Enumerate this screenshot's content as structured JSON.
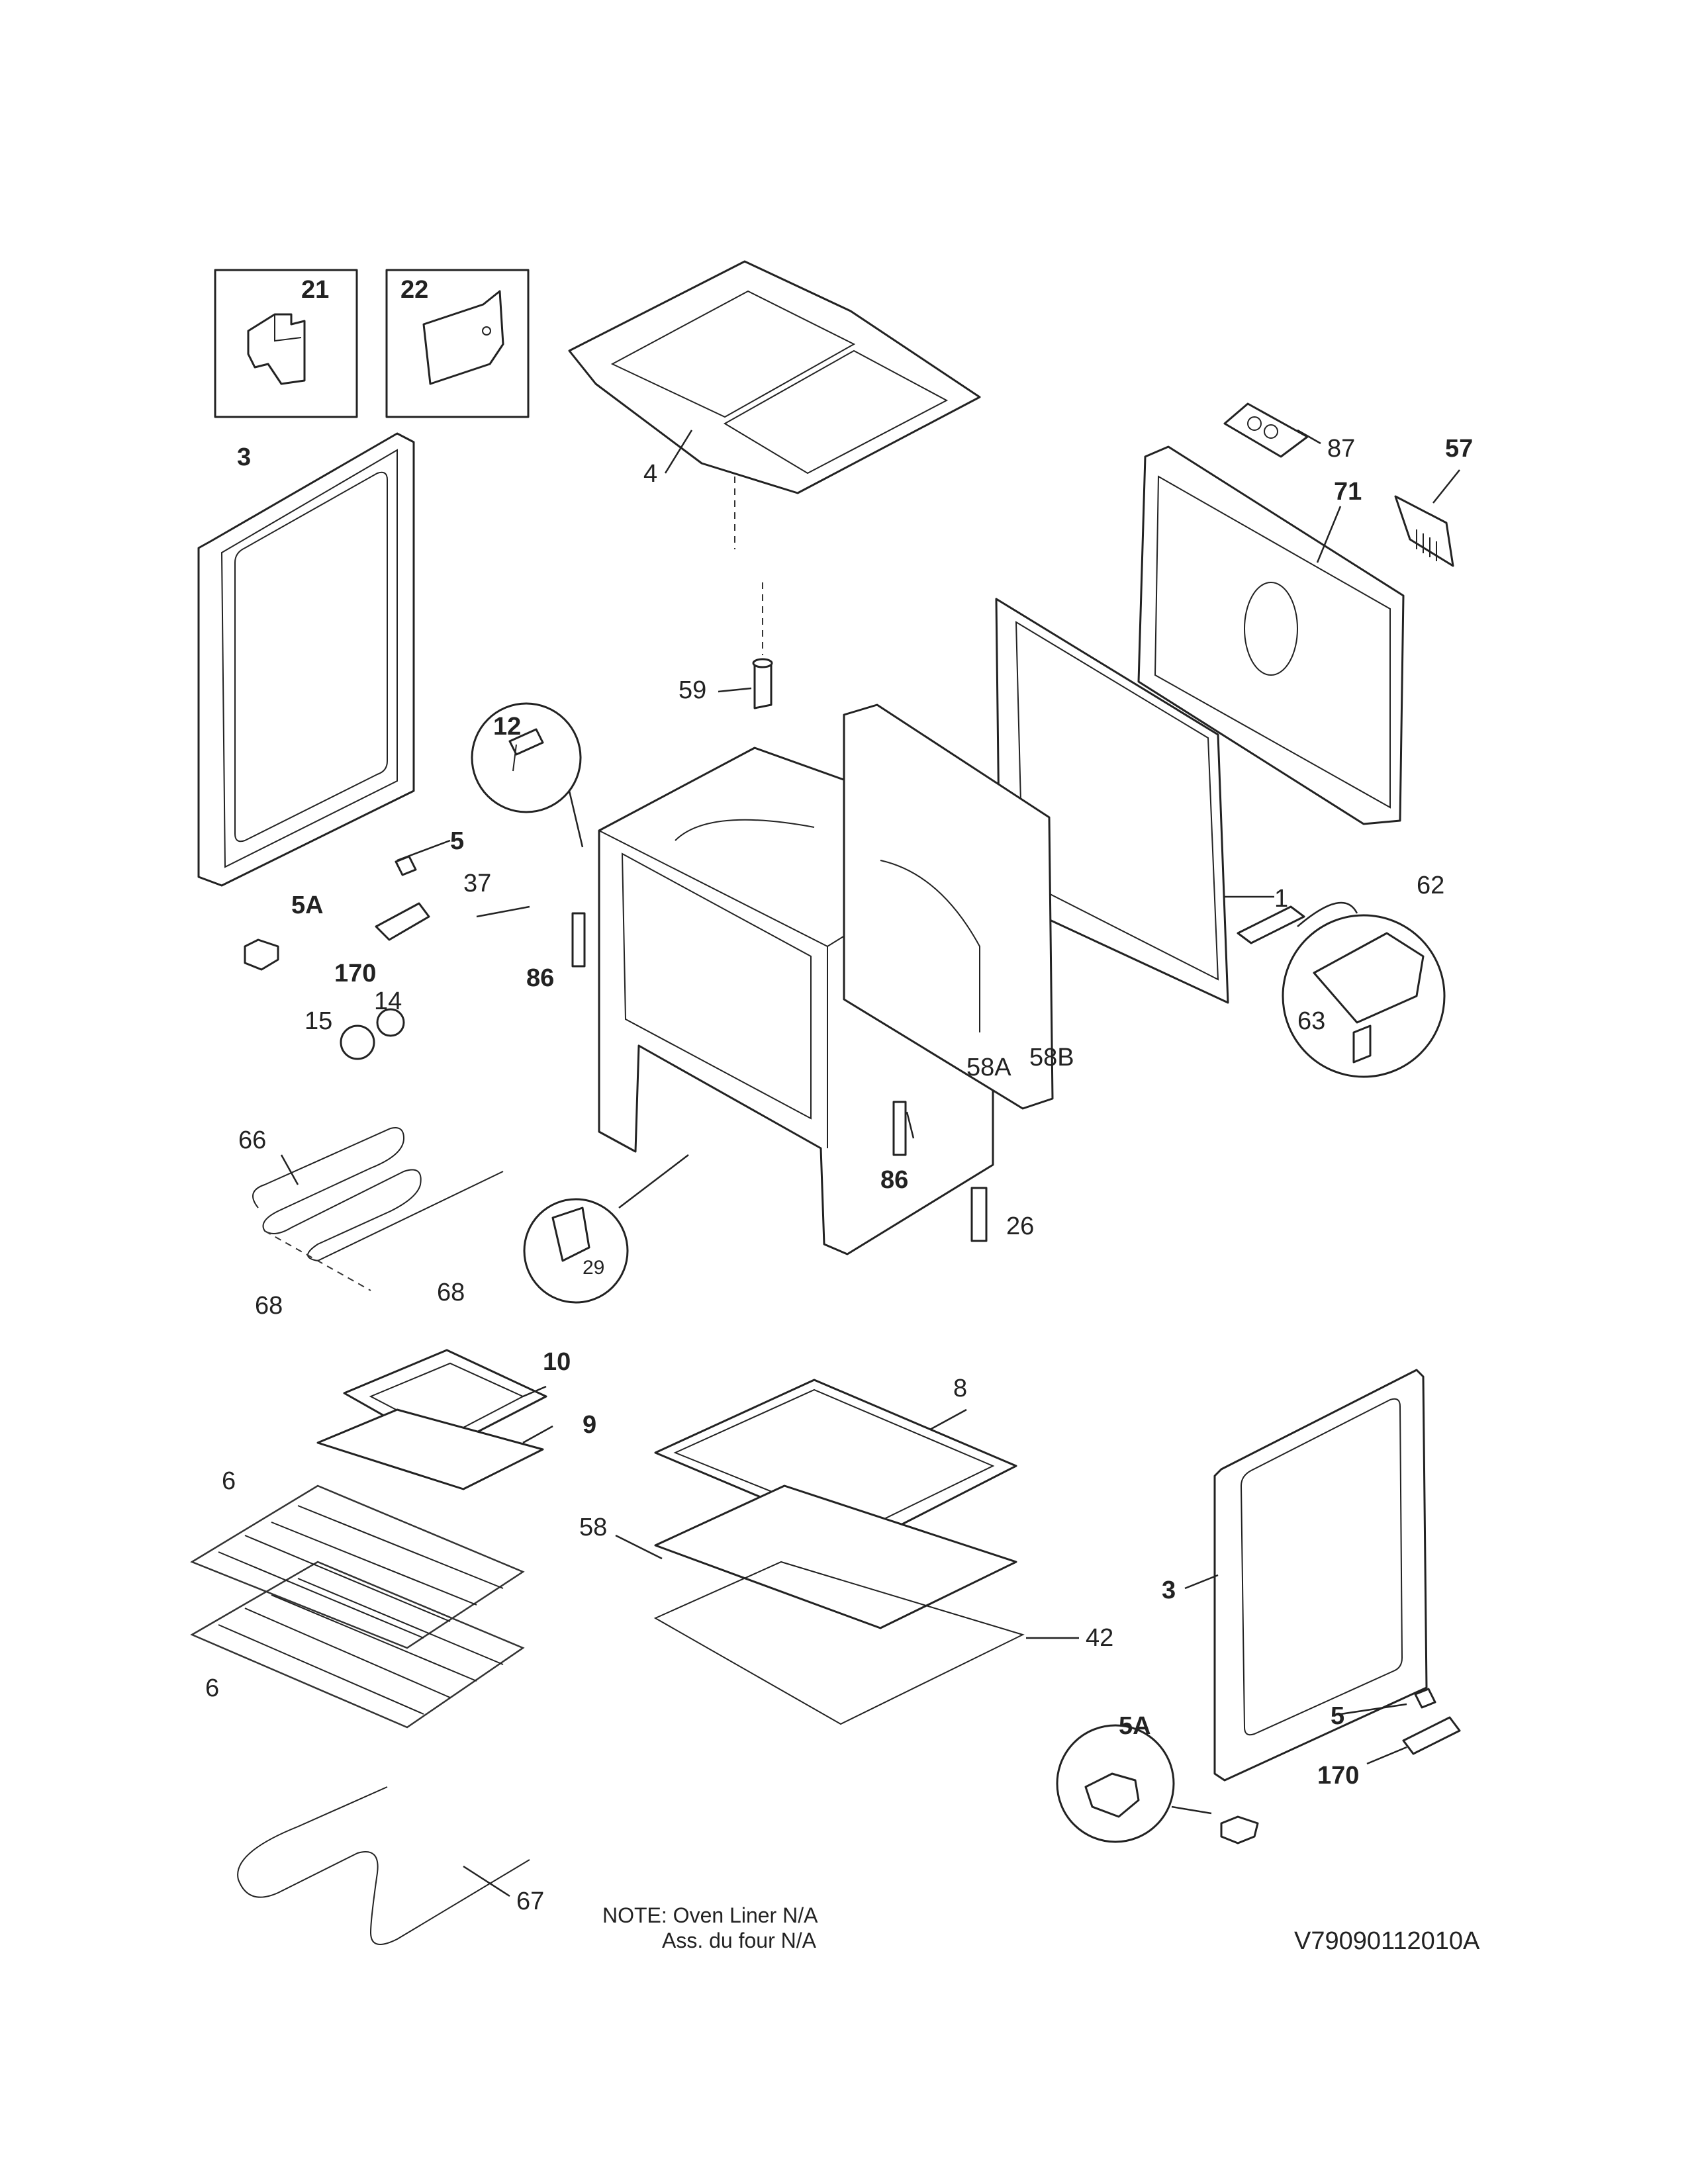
{
  "labels": {
    "l21": "21",
    "l22": "22",
    "l3a": "3",
    "l4": "4",
    "l87": "87",
    "l57": "57",
    "l71": "71",
    "l59": "59",
    "l12": "12",
    "l5a": "5",
    "l5A_a": "5A",
    "l37": "37",
    "l170a": "170",
    "l86a": "86",
    "l14": "14",
    "l15": "15",
    "l1": "1",
    "l62": "62",
    "l63": "63",
    "l58A": "58A",
    "l58B": "58B",
    "l66": "66",
    "l86b": "86",
    "l26": "26",
    "l29": "29",
    "l68a": "68",
    "l68b": "68",
    "l10": "10",
    "l9": "9",
    "l8": "8",
    "l6a": "6",
    "l58": "58",
    "l42": "42",
    "l3b": "3",
    "l6b": "6",
    "l5A_b": "5A",
    "l5b": "5",
    "l170b": "170",
    "l67": "67"
  },
  "note": {
    "line1": "NOTE: Oven Liner N/A",
    "line2": "Ass. du four N/A"
  },
  "drawing_code": "V79090112010A"
}
